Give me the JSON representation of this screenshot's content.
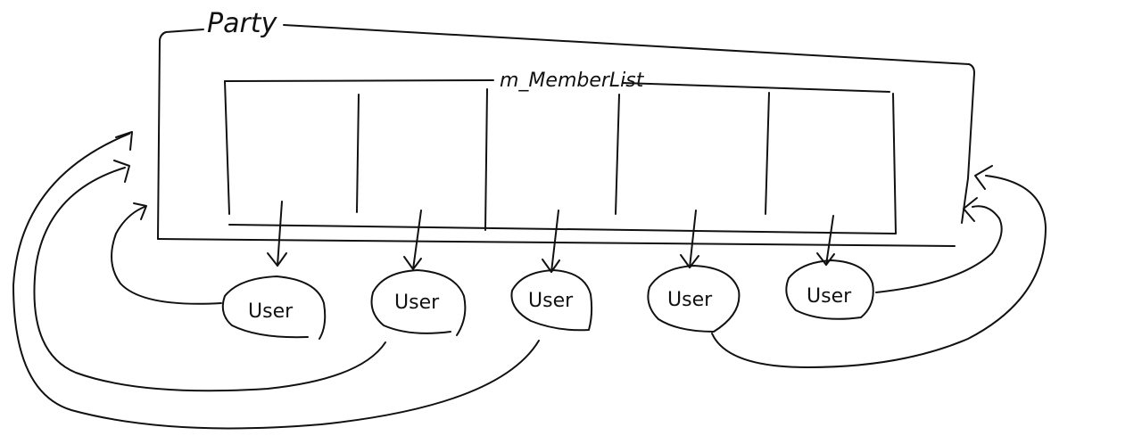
{
  "diagram": {
    "party_label": "Party",
    "list_label": "m_MemberList",
    "users": [
      {
        "label": "User"
      },
      {
        "label": "User"
      },
      {
        "label": "User"
      },
      {
        "label": "User"
      },
      {
        "label": "User"
      }
    ]
  }
}
